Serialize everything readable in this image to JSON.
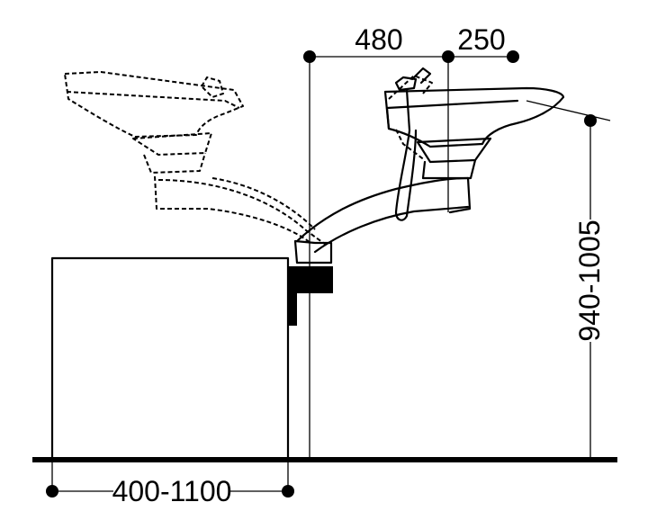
{
  "dimensions": {
    "depth_range": "400-1100",
    "offset": "480",
    "bowl_extent": "250",
    "height_range": "940-1005"
  }
}
